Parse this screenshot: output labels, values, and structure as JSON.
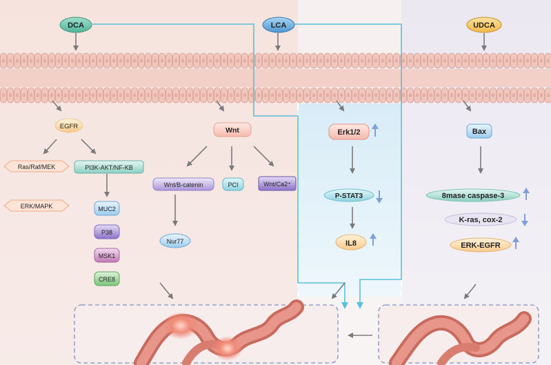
{
  "bile_acids": {
    "dca": "DCA",
    "lca": "LCA",
    "udca": "UDCA"
  },
  "dca_pathway": {
    "egfr": "EGFR",
    "ras_raf_mek": "Ras/Raf/MEK",
    "pi3k_akt_nfkb": "PI3K-AKT/NF-KB",
    "erk_mapk": "ERK/MAPK",
    "muc2": "MUC2",
    "p38": "P38",
    "msk1": "MSK1",
    "cre8": "CRE8",
    "wnt": "Wnt",
    "wnt_b_catenin": "Wnt/B-catenin",
    "pci": "PCI",
    "wnt_ca2": "Wnt/Ca2⁺",
    "nur77": "Nur77"
  },
  "lca_pathway": {
    "erk12": "Erk1/2",
    "pstat3": "P-STAT3",
    "il8": "IL8"
  },
  "udca_pathway": {
    "bax": "Bax",
    "caspase3": "8mase caspase-3",
    "kras_cox2": "K-ras, cox-2",
    "erk_egfr": "ERK-EGFR"
  },
  "colors": {
    "dca": "#6fc0b0",
    "lca": "#6aaee0",
    "udca": "#f0c060",
    "connector": "#58c0d8",
    "up_arrow": "#7f9fd8",
    "down_arrow": "#7f9fd8"
  },
  "icons": {
    "up": "arrow-up-icon",
    "down": "arrow-down-icon"
  }
}
